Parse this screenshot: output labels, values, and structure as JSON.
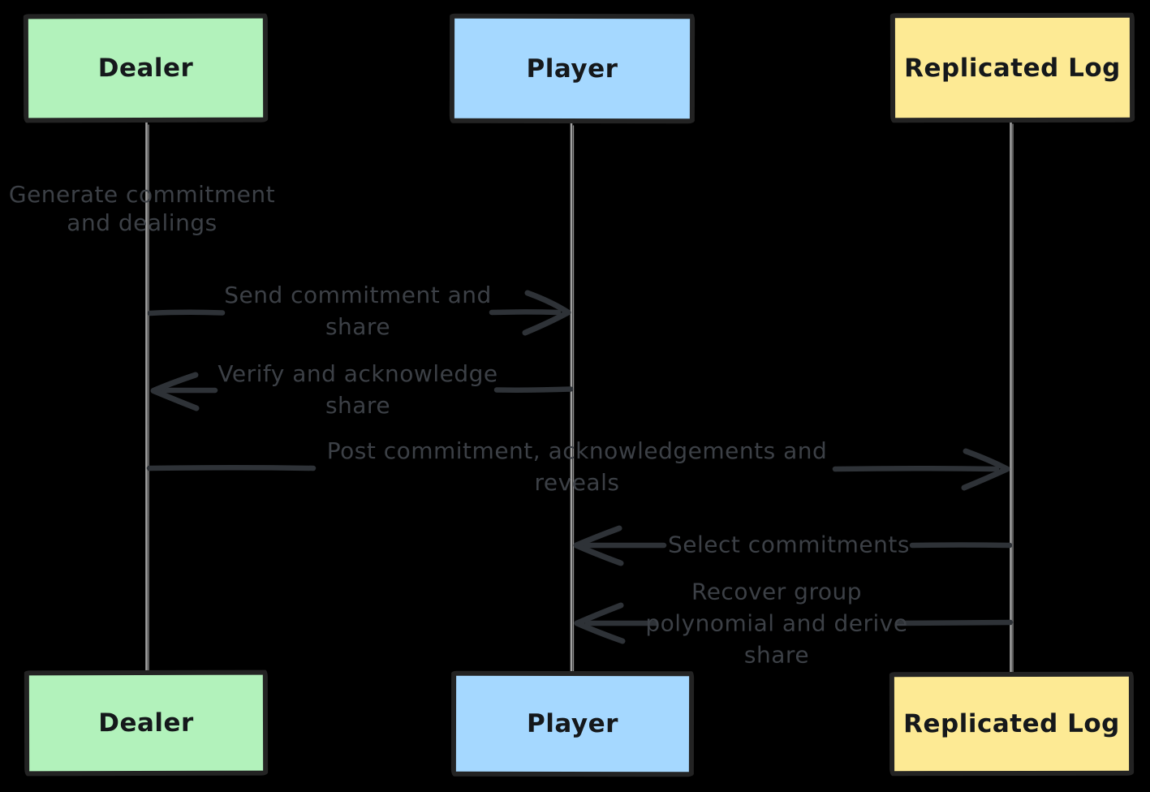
{
  "diagram": {
    "type": "sequence-diagram",
    "background_color": "#000000",
    "actors": [
      {
        "id": "dealer",
        "label": "Dealer",
        "fill_color": "#b2f2bb",
        "border_color": "#232323"
      },
      {
        "id": "player",
        "label": "Player",
        "fill_color": "#a5d8ff",
        "border_color": "#232323"
      },
      {
        "id": "replicated-log",
        "label": "Replicated Log",
        "fill_color": "#fdea94",
        "border_color": "#232323"
      }
    ],
    "messages": [
      {
        "order": 1,
        "from": "dealer",
        "to": "dealer",
        "kind": "note",
        "direction": "none",
        "text": "Generate commitment\nand dealings"
      },
      {
        "order": 2,
        "from": "dealer",
        "to": "player",
        "kind": "arrow",
        "direction": "right",
        "text": "Send commitment and\nshare"
      },
      {
        "order": 3,
        "from": "player",
        "to": "dealer",
        "kind": "arrow",
        "direction": "left",
        "text": "Verify and acknowledge\nshare"
      },
      {
        "order": 4,
        "from": "dealer",
        "to": "replicated-log",
        "kind": "arrow",
        "direction": "right",
        "text": "Post commitment, acknowledgements and\nreveals"
      },
      {
        "order": 5,
        "from": "replicated-log",
        "to": "player",
        "kind": "arrow",
        "direction": "left",
        "text": "Select commitments"
      },
      {
        "order": 6,
        "from": "replicated-log",
        "to": "player",
        "kind": "arrow",
        "direction": "left",
        "text": "Recover group\npolynomial and derive\nshare"
      }
    ],
    "colors": {
      "message_text": "#3c4046",
      "arrow": "#2e3237",
      "lifeline": "#a0a0a0",
      "actor_label_text": "#15181b"
    }
  }
}
